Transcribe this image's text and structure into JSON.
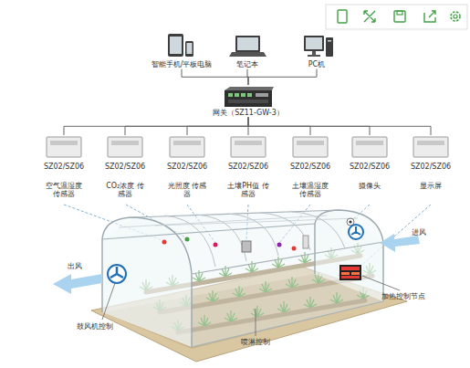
{
  "diagram": {
    "nodes": [
      {
        "text": [
          "智能手机/平板电脑"
        ]
      },
      {
        "text": [
          "笔记本"
        ]
      },
      {
        "text": [
          "PC机"
        ]
      },
      {
        "text": [
          "网关（SZ11-GW-3）"
        ]
      },
      {
        "text": [
          "SZ02/SZ06",
          "空气温湿度 传感器"
        ]
      },
      {
        "text": [
          "SZ02/SZ06",
          "CO₂浓度 传感器"
        ]
      },
      {
        "text": [
          "SZ02/SZ06",
          "光照度 传感器"
        ]
      },
      {
        "text": [
          "SZ02/SZ06",
          "土壤PH值 传感器"
        ]
      },
      {
        "text": [
          "SZ02/SZ06",
          "土壤温湿度 传感器"
        ]
      },
      {
        "text": [
          "SZ02/SZ06",
          "摄像头"
        ]
      },
      {
        "text": [
          "SZ02/SZ06",
          "显示屏"
        ]
      }
    ],
    "edges": [
      {
        "from": 0,
        "to": 3,
        "arrow": "none"
      },
      {
        "from": 1,
        "to": 3,
        "arrow": "none"
      },
      {
        "from": 2,
        "to": 3,
        "arrow": "none"
      },
      {
        "from": 3,
        "to": 4,
        "arrow": "none"
      },
      {
        "from": 3,
        "to": 5,
        "arrow": "none"
      },
      {
        "from": 3,
        "to": 6,
        "arrow": "none"
      },
      {
        "from": 3,
        "to": 7,
        "arrow": "none"
      },
      {
        "from": 3,
        "to": 8,
        "arrow": "none"
      },
      {
        "from": 3,
        "to": 9,
        "arrow": "none"
      },
      {
        "from": 3,
        "to": 10,
        "arrow": "none"
      }
    ],
    "labels": [
      "进风",
      "出风",
      "加热控制节点",
      "鼓风机控制",
      "喷淋控制"
    ]
  }
}
